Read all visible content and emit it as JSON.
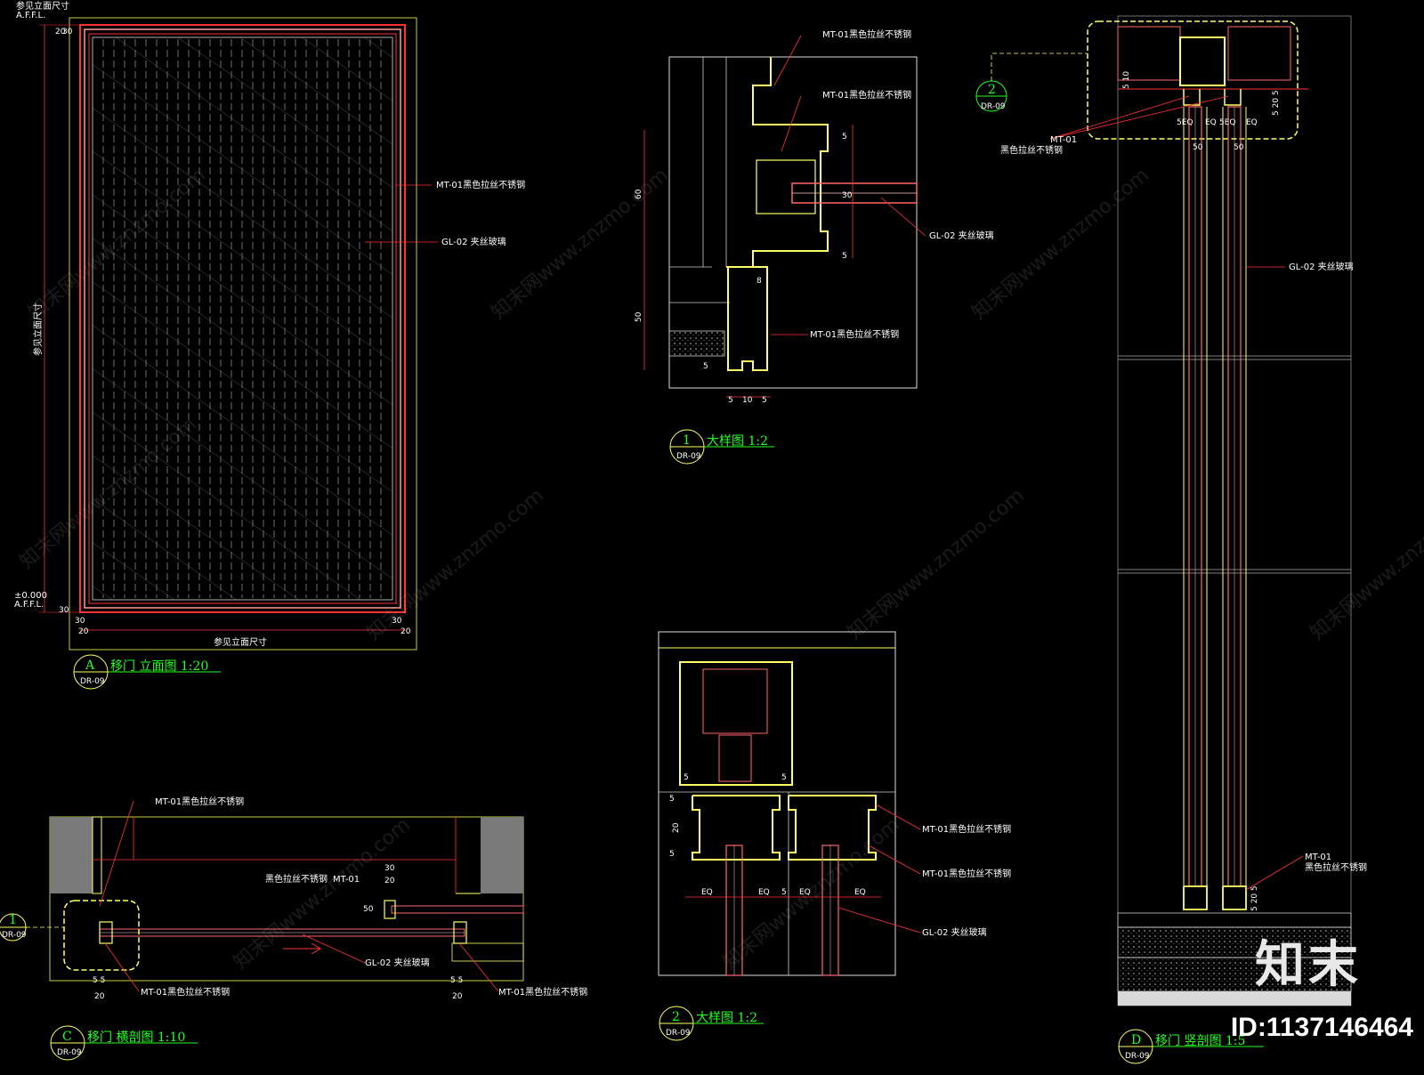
{
  "views": {
    "A": {
      "letter": "A",
      "sheet": "DR-09",
      "title": "移门 立面图 1:20"
    },
    "C": {
      "letter": "C",
      "sheet": "DR-09",
      "title": "移门 横剖图 1:10"
    },
    "D": {
      "letter": "D",
      "sheet": "DR-09",
      "title": "移门 竖剖图 1:5"
    },
    "d1": {
      "letter": "1",
      "sheet": "DR-09",
      "title": "大样图 1:2"
    },
    "d2": {
      "letter": "2",
      "sheet": "DR-09",
      "title": "大样图 1:2"
    }
  },
  "callouts": {
    "mt01": "MT-01黑色拉丝不锈钢",
    "gl02": "GL-02 夹丝玻璃",
    "mt01_code": "MT-01",
    "mt01_text": "黑色拉丝不锈钢",
    "mt01_split_a": "黑色拉丝不锈钢",
    "mt01_split_b": "MT-01"
  },
  "elevation_labels": {
    "top_ref": "参见立面尺寸",
    "affl": "A.F.F.L.",
    "side_ref": "参见立面尺寸",
    "zero": "±0.000",
    "bottom_ref": "参见立面尺寸"
  },
  "dims": {
    "d20": "20",
    "d30": "30",
    "d60": "60",
    "d50": "50",
    "d5": "5",
    "d8": "8",
    "d10": "10",
    "eq": "EQ",
    "d55": "5 5",
    "d520": "5 20 5",
    "d5eq": "5EQ",
    "d510": "5 10"
  },
  "watermarks": [
    "知末网www.znzmo.com"
  ],
  "brand": "知末",
  "id": "ID:1137146464"
}
